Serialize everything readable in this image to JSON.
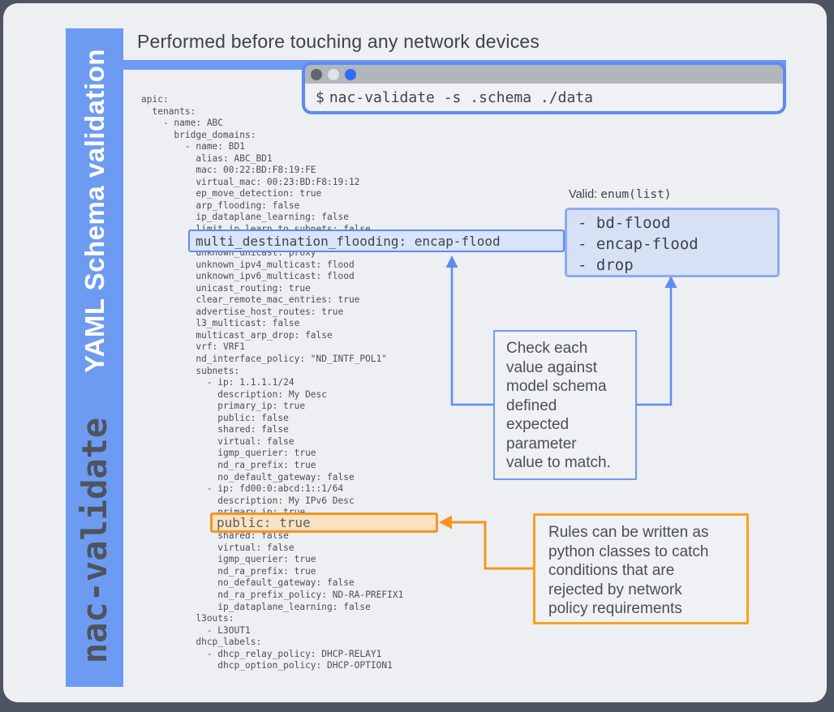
{
  "sidebar": {
    "title_top": "YAML Schema validation",
    "title_bottom": "nac-validate"
  },
  "header": {
    "title": "Performed before touching any network devices"
  },
  "terminal": {
    "prompt": "$",
    "command": "nac-validate -s .schema ./data"
  },
  "yaml": {
    "code": "apic:\n  tenants:\n    - name: ABC\n      bridge_domains:\n        - name: BD1\n          alias: ABC_BD1\n          mac: 00:22:BD:F8:19:FE\n          virtual_mac: 00:23:BD:F8:19:12\n          ep_move_detection: true\n          arp_flooding: false\n          ip_dataplane_learning: false\n          limit_ip_learn_to_subnets: false\n          multi_destination_flooding: encap-flood\n          unknown_unicast: proxy\n          unknown_ipv4_multicast: flood\n          unknown_ipv6_multicast: flood\n          unicast_routing: true\n          clear_remote_mac_entries: true\n          advertise_host_routes: true\n          l3_multicast: false\n          multicast_arp_drop: false\n          vrf: VRF1\n          nd_interface_policy: \"ND_INTF_POL1\"\n          subnets:\n            - ip: 1.1.1.1/24\n              description: My Desc\n              primary_ip: true\n              public: false\n              shared: false\n              virtual: false\n              igmp_querier: true\n              nd_ra_prefix: true\n              no_default_gateway: false\n            - ip: fd00:0:abcd:1::1/64\n              description: My IPv6 Desc\n              primary_ip: true\n              public: true\n              shared: false\n              virtual: false\n              igmp_querier: true\n              nd_ra_prefix: true\n              no_default_gateway: false\n              nd_ra_prefix_policy: ND-RA-PREFIX1\n              ip_dataplane_learning: false\n          l3outs:\n            - L3OUT1\n          dhcp_labels:\n            - dhcp_relay_policy: DHCP-RELAY1\n              dhcp_option_policy: DHCP-OPTION1",
    "highlight_blue": "multi_destination_flooding: encap-flood",
    "highlight_orange": "public: true"
  },
  "enum_box": {
    "label_prefix": "Valid: ",
    "label_value": "enum(list)",
    "items_text": "- bd-flood\n- encap-flood\n- drop"
  },
  "check_note": {
    "text": "Check each\nvalue against\nmodel schema\ndefined\nexpected\nparameter\nvalue to match."
  },
  "rules_note": {
    "text": "Rules can be written as\npython classes to catch\nconditions that are\nrejected by network\npolicy requirements"
  },
  "colors": {
    "accent_blue": "#6d9bf2",
    "line_blue": "#5c8cf0",
    "accent_orange": "#f7941e",
    "highlight_blue_fill": "#d9e4f8",
    "highlight_orange_fill": "#f8e2c2"
  }
}
